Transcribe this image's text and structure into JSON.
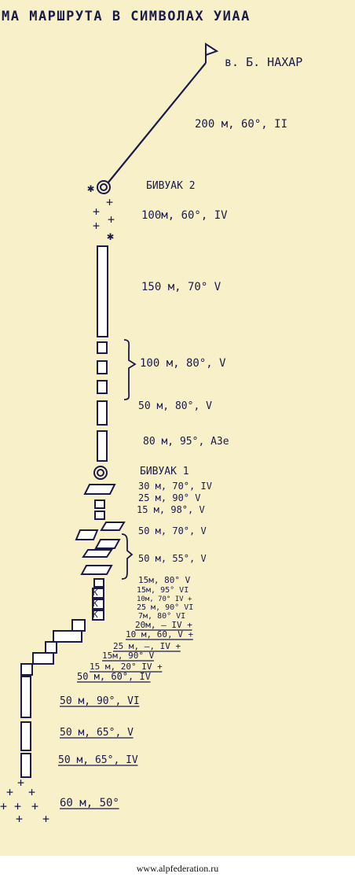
{
  "title": "МА МАРШРУТА В СИМВОЛАХ УИАА",
  "summit": "в. Б. НАХАР",
  "bivouacs": [
    "БИВУАК 2",
    "БИВУАК 1"
  ],
  "pitches": [
    {
      "id": "p1",
      "text": "200 м, 60°, II"
    },
    {
      "id": "p2",
      "text": "100м, 60°, IV"
    },
    {
      "id": "p3",
      "text": "150 м, 70° V"
    },
    {
      "id": "p4",
      "text": "100 м, 80°, V"
    },
    {
      "id": "p5",
      "text": "50 м, 80°, V"
    },
    {
      "id": "p6",
      "text": "80 м, 95°, A3e"
    },
    {
      "id": "p7",
      "text": "30 м, 70°, IV"
    },
    {
      "id": "p8",
      "text": "25 м, 90° V"
    },
    {
      "id": "p9",
      "text": "15 м, 98°, V"
    },
    {
      "id": "p10",
      "text": "50 м, 70°, V"
    },
    {
      "id": "p11",
      "text": "50 м, 55°, V"
    },
    {
      "id": "p12",
      "text": "15м, 80° V"
    },
    {
      "id": "p13",
      "text": "15м, 95° VI"
    },
    {
      "id": "p14",
      "text": "10м, 70° IV +"
    },
    {
      "id": "p15",
      "text": "25 м, 90° VI"
    },
    {
      "id": "p16",
      "text": "7м, 80° VI"
    },
    {
      "id": "p17",
      "text": "20м, — IV +"
    },
    {
      "id": "p18",
      "text": "10 м, 60, V +"
    },
    {
      "id": "p19",
      "text": "25 м, —, IV +"
    },
    {
      "id": "p20",
      "text": "15м, 90° V"
    },
    {
      "id": "p21",
      "text": "15 м, 20° IV +"
    },
    {
      "id": "p22",
      "text": "50 м, 60°, IV"
    },
    {
      "id": "p23",
      "text": "50 м, 90°, VI"
    },
    {
      "id": "p24",
      "text": "50 м, 65°, V"
    },
    {
      "id": "p25",
      "text": "50 м, 65°, IV"
    },
    {
      "id": "p26",
      "text": "60 м, 50°"
    }
  ],
  "footer": "www.alpfederation.ru",
  "colors": {
    "paper": "#f7f0c8",
    "ink": "#1b1a4a"
  }
}
